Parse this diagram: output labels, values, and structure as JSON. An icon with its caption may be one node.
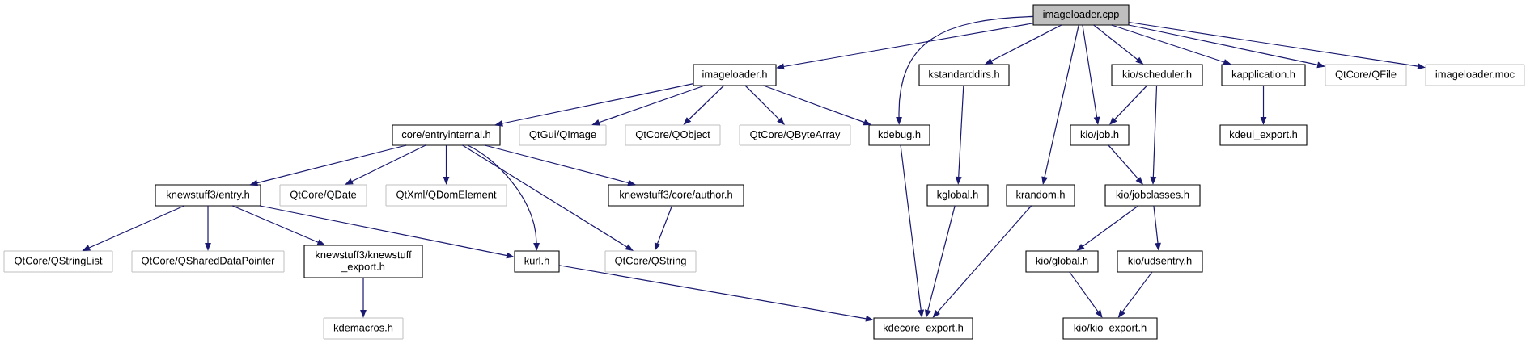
{
  "diagram": {
    "nodes": [
      {
        "text": [
          "imageloader.cpp"
        ]
      },
      {
        "text": [
          "imageloader.h"
        ]
      },
      {
        "text": [
          "kstandarddirs.h"
        ]
      },
      {
        "text": [
          "kio/scheduler.h"
        ]
      },
      {
        "text": [
          "kapplication.h"
        ]
      },
      {
        "text": [
          "QtCore/QFile"
        ]
      },
      {
        "text": [
          "imageloader.moc"
        ]
      },
      {
        "text": [
          "core/entryinternal.h"
        ]
      },
      {
        "text": [
          "QtGui/QImage"
        ]
      },
      {
        "text": [
          "QtCore/QObject"
        ]
      },
      {
        "text": [
          "QtCore/QByteArray"
        ]
      },
      {
        "text": [
          "kdebug.h"
        ]
      },
      {
        "text": [
          "kio/job.h"
        ]
      },
      {
        "text": [
          "kdeui_export.h"
        ]
      },
      {
        "text": [
          "knewstuff3/entry.h"
        ]
      },
      {
        "text": [
          "QtCore/QDate"
        ]
      },
      {
        "text": [
          "QtXml/QDomElement"
        ]
      },
      {
        "text": [
          "knewstuff3/core/author.h"
        ]
      },
      {
        "text": [
          "kglobal.h"
        ]
      },
      {
        "text": [
          "krandom.h"
        ]
      },
      {
        "text": [
          "kio/jobclasses.h"
        ]
      },
      {
        "text": [
          "QtCore/QStringList"
        ]
      },
      {
        "text": [
          "QtCore/QSharedDataPointer"
        ]
      },
      {
        "text": [
          "knewstuff3/knewstuff _export.h"
        ]
      },
      {
        "text": [
          "kurl.h"
        ]
      },
      {
        "text": [
          "QtCore/QString"
        ]
      },
      {
        "text": [
          "kio/global.h"
        ]
      },
      {
        "text": [
          "kio/udsentry.h"
        ]
      },
      {
        "text": [
          "kdemacros.h"
        ]
      },
      {
        "text": [
          "kdecore_export.h"
        ]
      },
      {
        "text": [
          "kio/kio_export.h"
        ]
      }
    ],
    "edges": [
      {
        "from": 0,
        "to": 1,
        "arrow": "to"
      },
      {
        "from": 0,
        "to": 11,
        "arrow": "to"
      },
      {
        "from": 0,
        "to": 2,
        "arrow": "to"
      },
      {
        "from": 0,
        "to": 19,
        "arrow": "to"
      },
      {
        "from": 0,
        "to": 12,
        "arrow": "to"
      },
      {
        "from": 0,
        "to": 3,
        "arrow": "to"
      },
      {
        "from": 0,
        "to": 4,
        "arrow": "to"
      },
      {
        "from": 0,
        "to": 5,
        "arrow": "to"
      },
      {
        "from": 0,
        "to": 6,
        "arrow": "to"
      },
      {
        "from": 1,
        "to": 7,
        "arrow": "to"
      },
      {
        "from": 1,
        "to": 8,
        "arrow": "to"
      },
      {
        "from": 1,
        "to": 9,
        "arrow": "to"
      },
      {
        "from": 1,
        "to": 10,
        "arrow": "to"
      },
      {
        "from": 1,
        "to": 11,
        "arrow": "to"
      },
      {
        "from": 2,
        "to": 18,
        "arrow": "to"
      },
      {
        "from": 3,
        "to": 12,
        "arrow": "to"
      },
      {
        "from": 3,
        "to": 20,
        "arrow": "to"
      },
      {
        "from": 4,
        "to": 13,
        "arrow": "to"
      },
      {
        "from": 7,
        "to": 14,
        "arrow": "to"
      },
      {
        "from": 7,
        "to": 15,
        "arrow": "to"
      },
      {
        "from": 7,
        "to": 16,
        "arrow": "to"
      },
      {
        "from": 7,
        "to": 24,
        "arrow": "to"
      },
      {
        "from": 7,
        "to": 25,
        "arrow": "to"
      },
      {
        "from": 7,
        "to": 17,
        "arrow": "to"
      },
      {
        "from": 11,
        "to": 29,
        "arrow": "to"
      },
      {
        "from": 12,
        "to": 20,
        "arrow": "to"
      },
      {
        "from": 14,
        "to": 21,
        "arrow": "to"
      },
      {
        "from": 14,
        "to": 22,
        "arrow": "to"
      },
      {
        "from": 14,
        "to": 23,
        "arrow": "to"
      },
      {
        "from": 14,
        "to": 24,
        "arrow": "to"
      },
      {
        "from": 17,
        "to": 25,
        "arrow": "to"
      },
      {
        "from": 18,
        "to": 29,
        "arrow": "to"
      },
      {
        "from": 19,
        "to": 29,
        "arrow": "to"
      },
      {
        "from": 20,
        "to": 26,
        "arrow": "to"
      },
      {
        "from": 20,
        "to": 27,
        "arrow": "to"
      },
      {
        "from": 23,
        "to": 28,
        "arrow": "to"
      },
      {
        "from": 24,
        "to": 29,
        "arrow": "to"
      },
      {
        "from": 26,
        "to": 30,
        "arrow": "to"
      },
      {
        "from": 27,
        "to": 30,
        "arrow": "to"
      }
    ]
  }
}
